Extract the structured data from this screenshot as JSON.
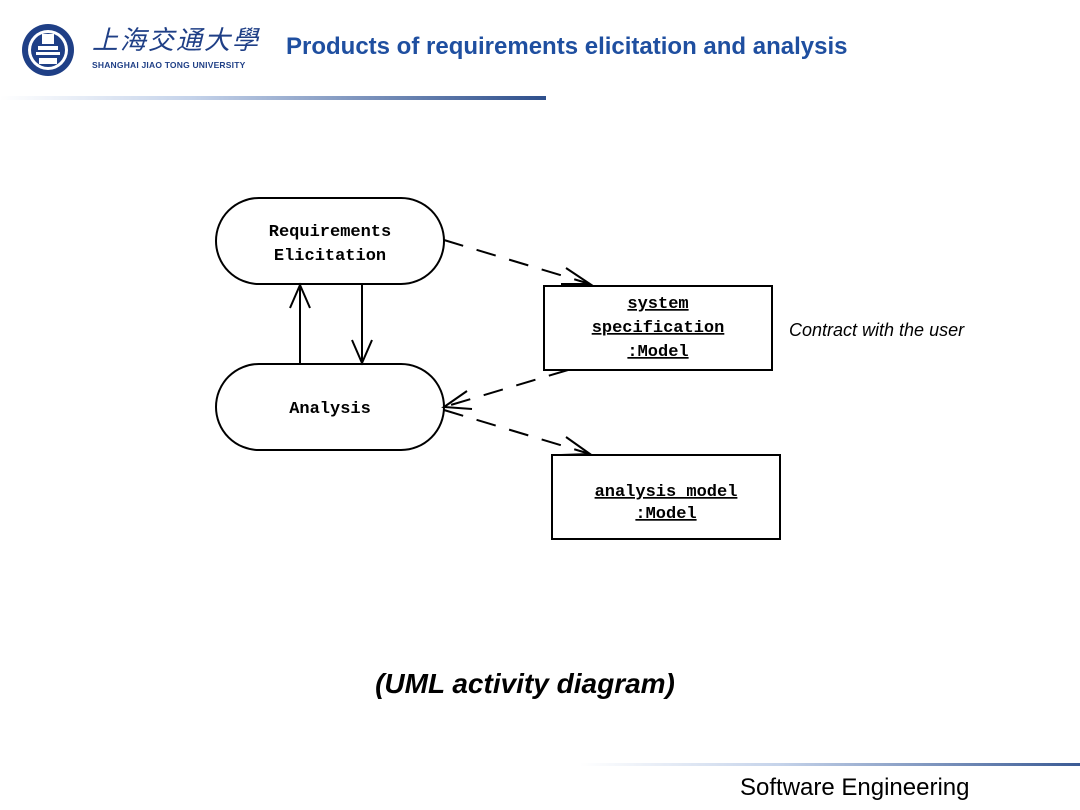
{
  "header": {
    "logo_cn": "上海交通大學",
    "logo_en": "SHANGHAI  JIAO TONG  UNIVERSITY",
    "title": "Products of requirements elicitation and analysis"
  },
  "diagram": {
    "activities": {
      "elicitation_line1": "Requirements",
      "elicitation_line2": "Elicitation",
      "analysis": "Analysis"
    },
    "objects": {
      "system_spec_line1": "system",
      "system_spec_line2": "specification",
      "system_spec_line3": ":Model",
      "analysis_model_line1": "analysis model",
      "analysis_model_line2": ":Model"
    },
    "note": "Contract with the user"
  },
  "caption": "(UML activity diagram)",
  "footer": {
    "course": "Software Engineering"
  },
  "colors": {
    "title_blue": "#1f4fa0",
    "logo_blue": "#1f3f86"
  }
}
